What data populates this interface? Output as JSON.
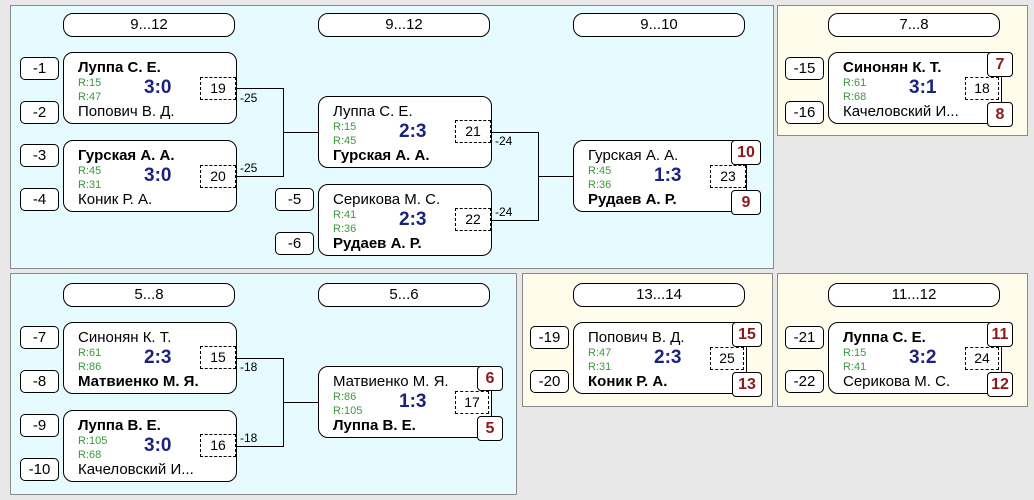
{
  "panels": {
    "p1": {
      "headers": [
        "9...12",
        "9...12",
        "9...10"
      ],
      "matches": {
        "m19": {
          "p1": "Луппа С. Е.",
          "p1_r1": "R:15",
          "p1_r2": "R:47",
          "p2": "Попович В. Д.",
          "score": "3:0",
          "num": "19"
        },
        "m20": {
          "p1": "Гурская А. А.",
          "p1_r1": "R:45",
          "p1_r2": "R:31",
          "p2": "Коник Р. А.",
          "score": "3:0",
          "num": "20"
        },
        "m21": {
          "p1": "Луппа С. Е.",
          "p1_r1": "R:15",
          "p1_r2": "R:45",
          "p2": "Гурская А. А.",
          "score": "2:3",
          "num": "21"
        },
        "m22": {
          "p1": "Серикова М. С.",
          "p1_r1": "R:41",
          "p1_r2": "R:36",
          "p2": "Рудаев А. Р.",
          "score": "2:3",
          "num": "22"
        },
        "m23": {
          "p1": "Гурская А. А.",
          "p1_r1": "R:45",
          "p1_r2": "R:36",
          "p2": "Рудаев А. Р.",
          "score": "1:3",
          "num": "23",
          "place_top": "10",
          "place_bot": "9"
        }
      },
      "seeds": [
        "-1",
        "-2",
        "-3",
        "-4",
        "-5",
        "-6"
      ],
      "losers": [
        "-25",
        "-25",
        "-24",
        "-24"
      ]
    },
    "p2": {
      "headers": [
        "7...8"
      ],
      "matches": {
        "m18": {
          "p1": "Синонян К. Т.",
          "p1_r1": "R:61",
          "p1_r2": "R:68",
          "p2": "Качеловский И...",
          "score": "3:1",
          "num": "18",
          "place_top": "7",
          "place_bot": "8"
        }
      },
      "seeds": [
        "-15",
        "-16"
      ]
    },
    "p3": {
      "headers": [
        "5...8",
        "5...6"
      ],
      "matches": {
        "m15": {
          "p1": "Синонян К. Т.",
          "p1_r1": "R:61",
          "p1_r2": "R:86",
          "p2": "Матвиенко М. Я.",
          "score": "2:3",
          "num": "15"
        },
        "m16": {
          "p1": "Луппа В. Е.",
          "p1_r1": "R:105",
          "p1_r2": "R:68",
          "p2": "Качеловский И...",
          "score": "3:0",
          "num": "16"
        },
        "m17": {
          "p1": "Матвиенко М. Я.",
          "p1_r1": "R:86",
          "p1_r2": "R:105",
          "p2": "Луппа В. Е.",
          "score": "1:3",
          "num": "17",
          "place_top": "6",
          "place_bot": "5"
        }
      },
      "seeds": [
        "-7",
        "-8",
        "-9",
        "-10"
      ],
      "losers": [
        "-18",
        "-18"
      ]
    },
    "p4": {
      "headers": [
        "13...14"
      ],
      "matches": {
        "m25": {
          "p1": "Попович В. Д.",
          "p1_r1": "R:47",
          "p1_r2": "R:31",
          "p2": "Коник Р. А.",
          "score": "2:3",
          "num": "25",
          "place_top": "15",
          "place_bot": "13"
        }
      },
      "seeds": [
        "-19",
        "-20"
      ]
    },
    "p5": {
      "headers": [
        "11...12"
      ],
      "matches": {
        "m24": {
          "p1": "Луппа С. Е.",
          "p1_r1": "R:15",
          "p1_r2": "R:41",
          "p2": "Серикова М. С.",
          "score": "3:2",
          "num": "24",
          "place_top": "11",
          "place_bot": "12"
        }
      },
      "seeds": [
        "-21",
        "-22"
      ]
    }
  }
}
